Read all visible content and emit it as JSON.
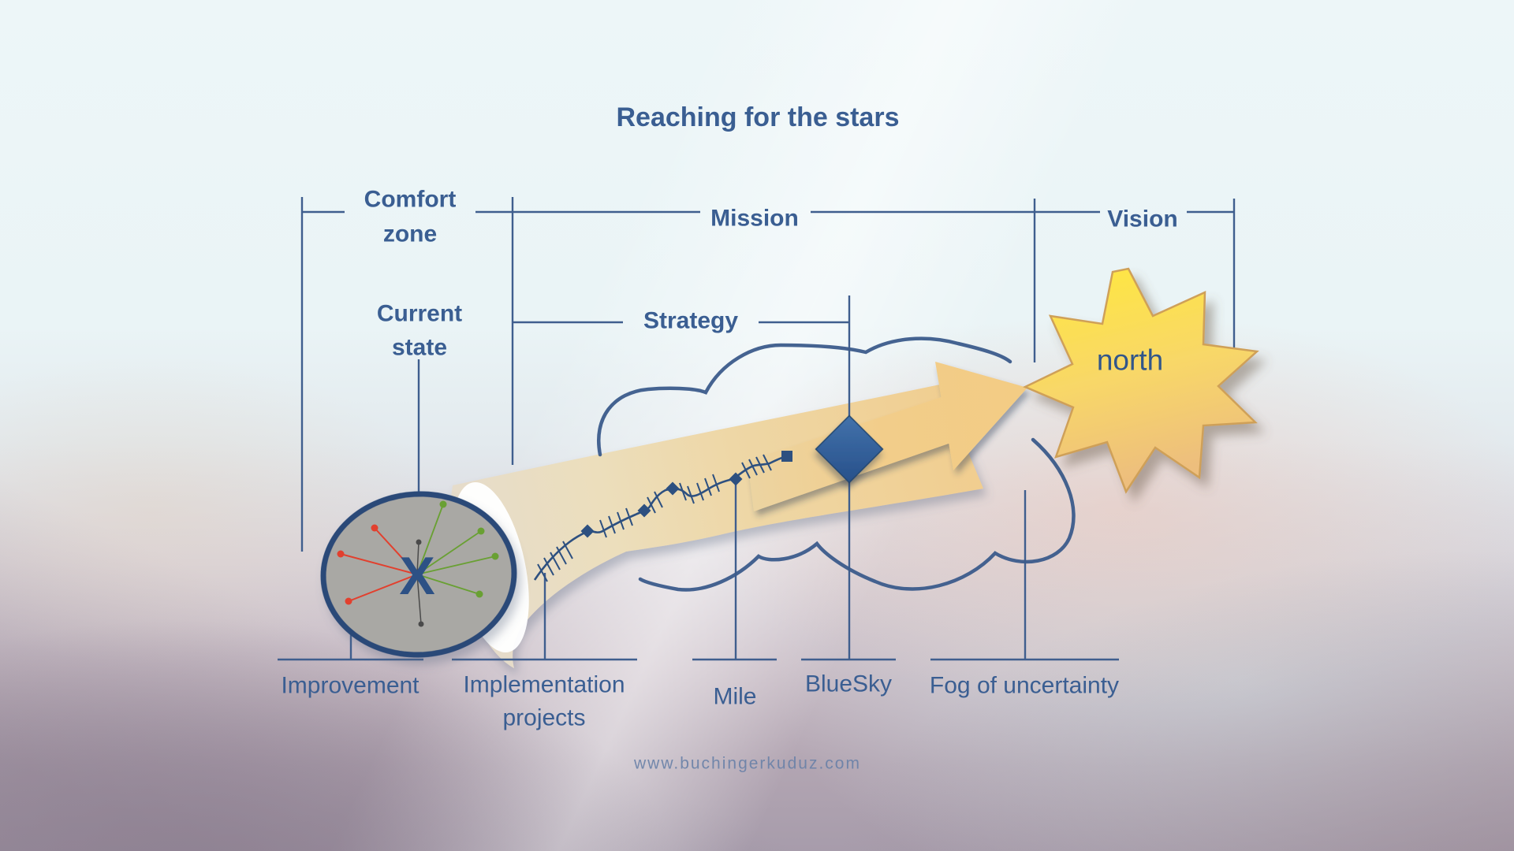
{
  "title": "Reaching for the stars",
  "brackets": {
    "comfort_zone": {
      "line1": "Comfort",
      "line2": "zone"
    },
    "mission": {
      "label": "Mission"
    },
    "vision": {
      "label": "Vision"
    },
    "strategy": {
      "label": "Strategy"
    },
    "current_state": {
      "line1": "Current",
      "line2": "state"
    }
  },
  "ellipse": {
    "marker": "X"
  },
  "star": {
    "label": "north"
  },
  "bottom_labels": {
    "improvement": "Improvement",
    "implementation_line1": "Implementation",
    "implementation_line2": "projects",
    "mile": "Mile",
    "bluesky": "BlueSky",
    "fog": "Fog of uncertainty"
  },
  "footer": {
    "website": "www.buchingerkuduz.com"
  },
  "colors": {
    "text_blue": "#3a5e92",
    "line_blue": "#3f5e8e",
    "cloud_blue": "#3b5b8b",
    "star_yellow_top": "#ffe83e",
    "star_orange_bottom": "#edbe7d",
    "beam_tan": "#eed7a6",
    "arrow_tan": "#f1cc88",
    "diamond_blue": "#33619c",
    "ellipse_gray": "#a9a8a4",
    "spoke_red": "#e2402e",
    "spoke_green": "#69a033",
    "website_gray_blue": "#6981a8"
  }
}
